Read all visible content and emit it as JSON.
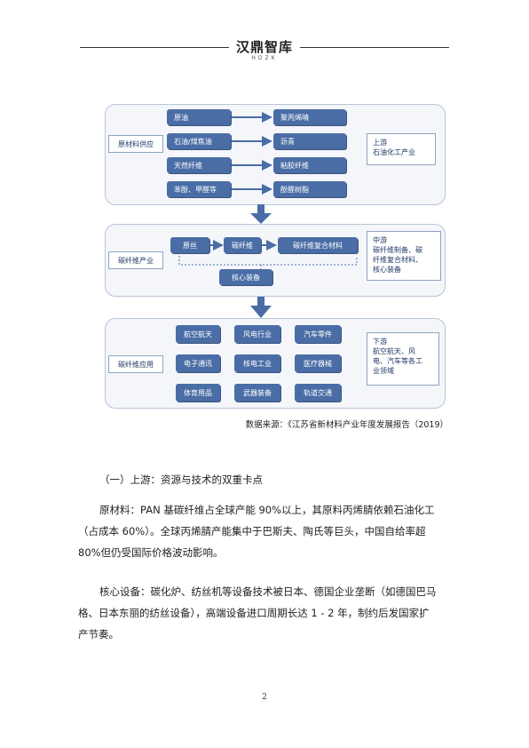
{
  "header": {
    "brand": "汉鼎智库",
    "sub": "HDZK"
  },
  "diagram": {
    "upstream": {
      "label": "原材料供应",
      "inputs": [
        "原油",
        "石油/煤焦油",
        "天然纤维",
        "苯酚、甲醛等"
      ],
      "outputs": [
        "聚丙烯晴",
        "沥青",
        "粘胶纤维",
        "酚醛树脂"
      ],
      "note": "上游\n石油化工产业"
    },
    "midstream": {
      "label": "碳纤维产业",
      "nodes": [
        "原丝",
        "碳纤维",
        "碳纤维复合材料"
      ],
      "equipment": "核心装备",
      "note": "中游\n碳纤维制备、碳\n纤维复合材料、\n核心装备"
    },
    "downstream": {
      "label": "碳纤维应用",
      "items": [
        "航空航天",
        "风电行业",
        "汽车零件",
        "电子通讯",
        "核电工业",
        "医疗器械",
        "体育用品",
        "武器装备",
        "轨道交通"
      ],
      "note": "下游\n航空航天、风\n电、汽车等各工\n业领域"
    },
    "colors": {
      "node": "#4a6da6",
      "panel_border": "#b9c5d6",
      "panel_bg": "#f4f6fa"
    }
  },
  "source": "数据来源：《江苏省新材料产业年度发展报告（2019）",
  "heading": "（一）上游：资源与技术的双重卡点",
  "paragraphs": {
    "p1_line1": "原材料：PAN 基碳纤维占全球产能 90%以上，其原料丙烯腈依赖石油化工",
    "p1_line2": "（占成本 60%）。全球丙烯腈产能集中于巴斯夫、陶氏等巨头，中国自给率超",
    "p1_line3": "80%但仍受国际价格波动影响。",
    "p2_line1": "核心设备：碳化炉、纺丝机等设备技术被日本、德国企业垄断（如德国巴马",
    "p2_line2": "格、日本东丽的纺丝设备），高端设备进口周期长达 1 - 2 年，制约后发国家扩",
    "p2_line3": "产节奏。"
  },
  "page_number": "2"
}
